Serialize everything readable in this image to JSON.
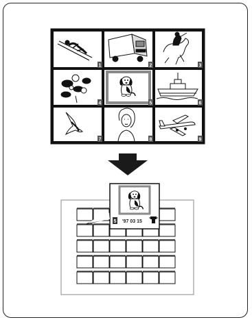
{
  "thumbnails": [
    {
      "number": "1",
      "subject": "ski-jumper",
      "selected": false
    },
    {
      "number": "2",
      "subject": "truck",
      "selected": false
    },
    {
      "number": "3",
      "subject": "horse-rider",
      "selected": false
    },
    {
      "number": "4",
      "subject": "flowers",
      "selected": false
    },
    {
      "number": "5",
      "subject": "dog",
      "selected": true
    },
    {
      "number": "6",
      "subject": "boat",
      "selected": false
    },
    {
      "number": "7",
      "subject": "seagull",
      "selected": false
    },
    {
      "number": "8",
      "subject": "woman",
      "selected": false
    },
    {
      "number": "9",
      "subject": "airplane",
      "selected": false
    }
  ],
  "preview": {
    "number": "5",
    "date": "'97 03 15",
    "subject": "dog"
  },
  "colors": {
    "selected_border": "#8a8a8a",
    "grid_border": "#111111",
    "arrow": "#1a1a1a",
    "number_badge": "#555555"
  }
}
